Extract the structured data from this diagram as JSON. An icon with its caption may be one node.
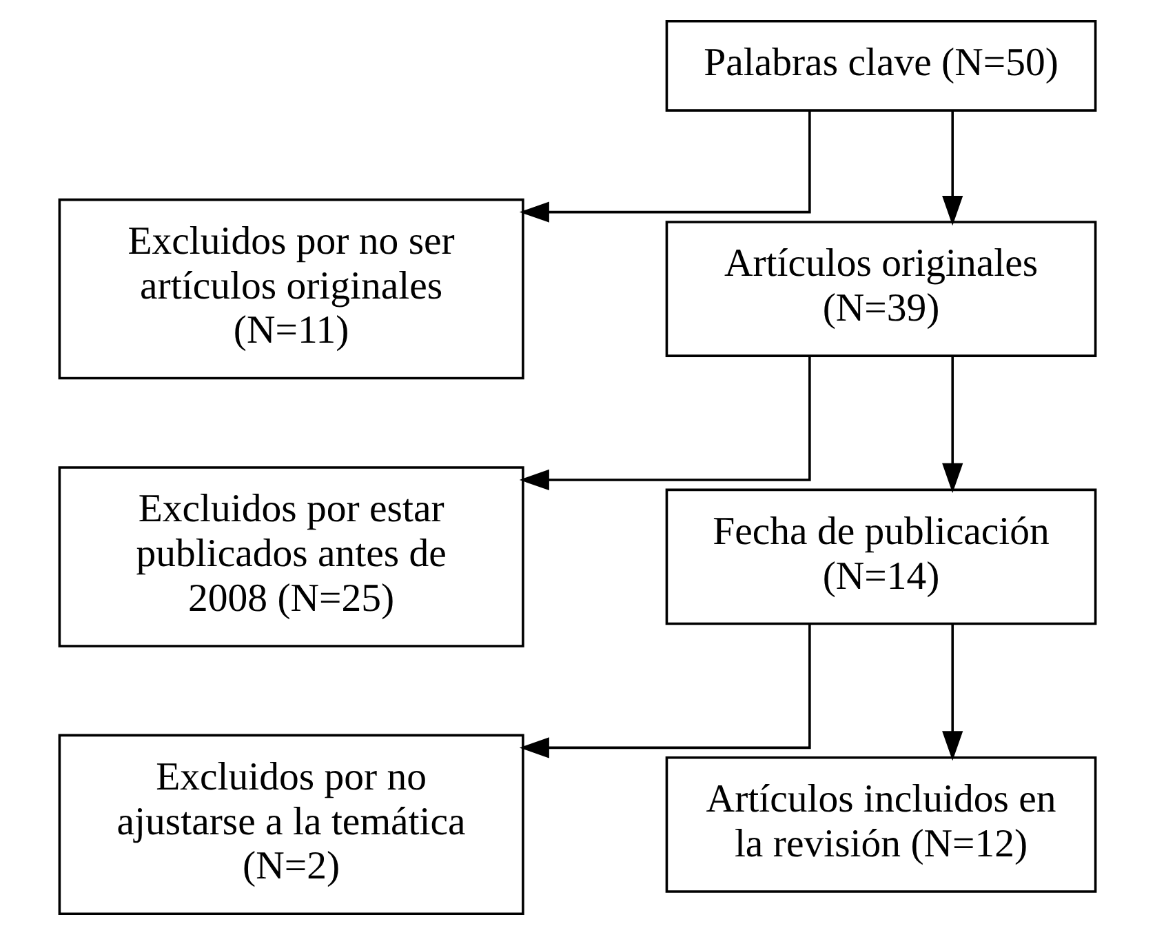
{
  "diagram": {
    "nodes": [
      {
        "text": [
          "Palabras clave (N=50)"
        ]
      },
      {
        "text": [
          "Excluidos por no ser artículos originales (N=11)"
        ]
      },
      {
        "text": [
          "Artículos originales (N=39)"
        ]
      },
      {
        "text": [
          "Excluidos por estar publicados antes de 2008 (N=25)"
        ]
      },
      {
        "text": [
          "Fecha de publicación (N=14)"
        ]
      },
      {
        "text": [
          "Excluidos por no ajustarse a la temática (N=2)"
        ]
      },
      {
        "text": [
          "Artículos incluidos en la revisión (N=12)"
        ]
      }
    ],
    "edges": [
      {
        "from": 0,
        "to": 2,
        "arrow": "to"
      },
      {
        "from": 0,
        "to": 1,
        "arrow": "to"
      },
      {
        "from": 2,
        "to": 4,
        "arrow": "to"
      },
      {
        "from": 2,
        "to": 3,
        "arrow": "to"
      },
      {
        "from": 4,
        "to": 6,
        "arrow": "to"
      },
      {
        "from": 4,
        "to": 5,
        "arrow": "to"
      }
    ]
  }
}
